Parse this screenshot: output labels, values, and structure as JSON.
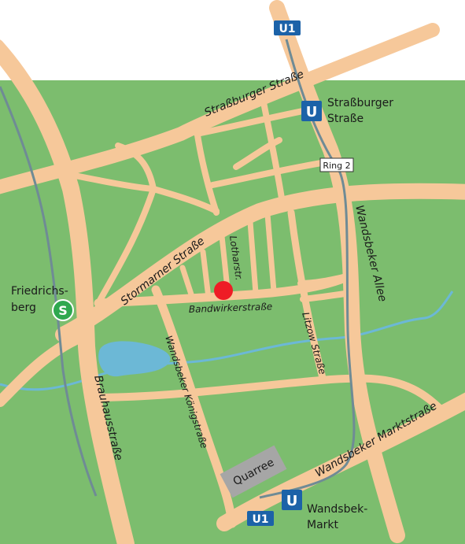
{
  "colors": {
    "park": "#7cbd6e",
    "road": "#f6c89a",
    "water": "#6cb8d6",
    "rail": "#6f8b95",
    "ubahn": "#1c62a8",
    "sbahn": "#2fa84f",
    "marker": "#ee1c25",
    "building": "#a6a6a6"
  },
  "streets": {
    "strassburger_strasse": "Straßburger Straße",
    "stormarner_strasse": "Stormarner Straße",
    "lotharstr": "Lotharstr.",
    "bandwirkerstrasse": "Bandwirkerstraße",
    "litzow_strasse": "Litzow Straße",
    "wandsbeker_allee": "Wandsbeker Allee",
    "wandsbeker_koenigstrasse": "Wandsbeker Königstraße",
    "brauhausstrasse": "Brauhausstraße",
    "wandsbeker_marktstrasse": "Wandsbeker Marktstraße"
  },
  "badges": {
    "u1_top": "U1",
    "u1_bottom": "U1",
    "ring2": "Ring 2",
    "u_strassburger": "U",
    "u_wandsbek_markt": "U",
    "s_friedrichsberg": "S"
  },
  "stations": {
    "strassburger_line1": "Straßburger",
    "strassburger_line2": "Straße",
    "friedrichsberg_line1": "Friedrichs-",
    "friedrichsberg_line2": "berg",
    "wandsbek_markt_line1": "Wandsbek-",
    "wandsbek_markt_line2": "Markt"
  },
  "landmarks": {
    "quarree": "Quarree"
  },
  "icons": {
    "location_marker": "red-dot-marker",
    "ubahn": "u-bahn-sign",
    "sbahn": "s-bahn-sign"
  }
}
